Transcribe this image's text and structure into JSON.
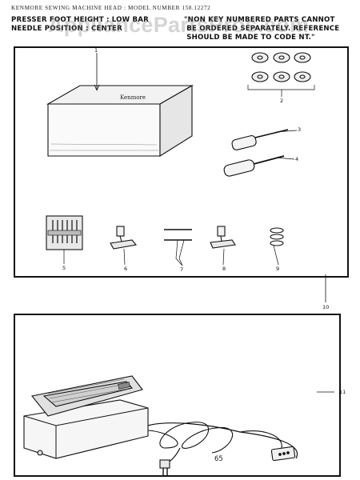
{
  "header": {
    "model_line": "KENMORE SEWING MACHINE HEAD : MODEL NUMBER 158.12272",
    "left_note": "PRESSER FOOT HEIGHT : LOW BAR\nNEEDLE POSITION : CENTER",
    "right_note": "\"NON KEY NUMBERED PARTS CANNOT\n BE ORDERED SEPARATELY. REFERENCE\n SHOULD BE MADE TO CODE NT.\""
  },
  "watermark": "AppliancePartsPros.com",
  "accessory_box_text": "Kenmore",
  "callouts": {
    "c1": "1",
    "c2": "2",
    "c3": "3",
    "c4": "4",
    "c5": "5",
    "c6": "6",
    "c7": "7",
    "c8": "8",
    "c9": "9",
    "c10": "10",
    "c11": "11"
  },
  "page_number": "65"
}
